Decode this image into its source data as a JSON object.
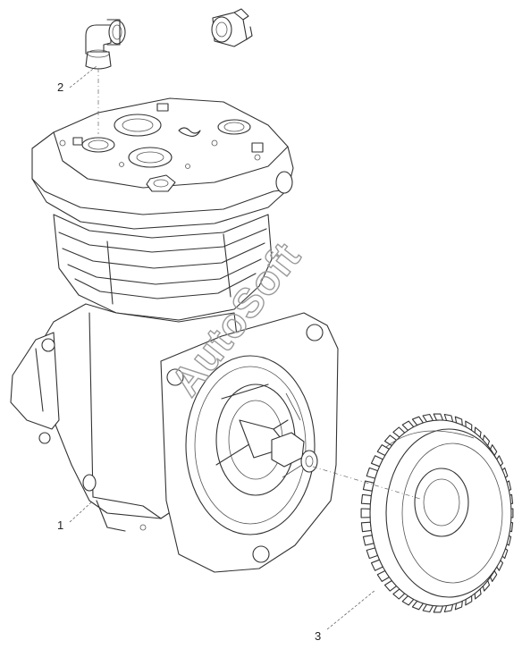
{
  "watermark": "AutoSoft",
  "callouts": [
    {
      "id": "1",
      "label": "1"
    },
    {
      "id": "2",
      "label": "2"
    },
    {
      "id": "3",
      "label": "3"
    }
  ],
  "colors": {
    "line": "#333333",
    "watermark": "#9a9a9a",
    "background": "#ffffff"
  }
}
